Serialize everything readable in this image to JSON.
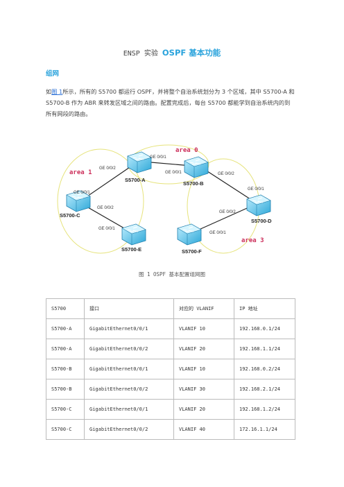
{
  "title": {
    "prefix": "ENSP 实验",
    "highlight": "OSPF 基本功能"
  },
  "section_heading": "组网",
  "paragraph": {
    "before_link": "如",
    "link": "图 1",
    "after_link": "所示，所有的 S5700 都运行 OSPF，并将整个自治系统划分为 3 个区域，其中 S5700-A 和 S5700-B 作为 ABR 来转发区域之间的路由。配置完成后，每台 S5700 都能学到自治系统内的到所有网段的路由。"
  },
  "diagram": {
    "areas": {
      "area0": "area 0",
      "area1": "area 1",
      "area3": "area 3"
    },
    "devices": {
      "a": "S5700-A",
      "b": "S5700-B",
      "c": "S5700-C",
      "d": "S5700-D",
      "e": "S5700-E",
      "f": "S5700-F"
    },
    "ports": {
      "a_to_b": "GE 0/0/1",
      "b_to_a": "GE 0/0/1",
      "a_to_c": "GE 0/0/2",
      "c_to_a": "GE 0/0/1",
      "c_to_e": "GE 0/0/2",
      "e_to_c": "GE 0/0/1",
      "b_to_d": "GE 0/0/2",
      "d_to_b": "GE 0/0/1",
      "d_to_f": "GE 0/0/2",
      "f_to_d": "GE 0/0/1"
    },
    "colors": {
      "area_label": "#cc2e5a",
      "area_ellipse": "#e6e37a",
      "switch": "#4fc3e8"
    }
  },
  "figure_caption": "图 1  OSPF 基本配置组网图",
  "table": {
    "headers": [
      "S5700",
      "接口",
      "对应的 VLANIF",
      "IP 地址"
    ],
    "rows": [
      [
        "S5700-A",
        "GigabitEthernet0/0/1",
        "VLANIF 10",
        "192.168.0.1/24"
      ],
      [
        "S5700-A",
        "GigabitEthernet0/0/2",
        "VLANIF 20",
        "192.168.1.1/24"
      ],
      [
        "S5700-B",
        "GigabitEthernet0/0/1",
        "VLANIF 10",
        "192.168.0.2/24"
      ],
      [
        "S5700-B",
        "GigabitEthernet0/0/2",
        "VLANIF 30",
        "192.168.2.1/24"
      ],
      [
        "S5700-C",
        "GigabitEthernet0/0/1",
        "VLANIF 20",
        "192.168.1.2/24"
      ],
      [
        "S5700-C",
        "GigabitEthernet0/0/2",
        "VLANIF 40",
        "172.16.1.1/24"
      ]
    ]
  }
}
